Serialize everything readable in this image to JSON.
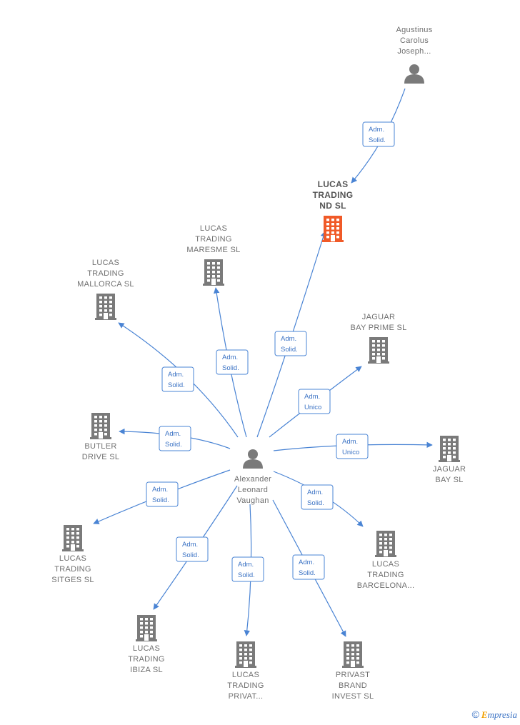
{
  "colors": {
    "edge": "#4a84d4",
    "node": "#7a7a7a",
    "focus_node": "#f05a28",
    "label": "#6f6f6f"
  },
  "nodes": [
    {
      "id": "agustinus",
      "type": "person",
      "icon": "person-icon",
      "lines": [
        "Agustinus",
        "Carolus",
        "Joseph..."
      ]
    },
    {
      "id": "lucas_nd",
      "type": "company",
      "focus": true,
      "icon": "building-icon",
      "lines": [
        "LUCAS",
        "TRADING",
        "ND  SL"
      ]
    },
    {
      "id": "lucas_maresme",
      "type": "company",
      "icon": "building-icon",
      "lines": [
        "LUCAS",
        "TRADING",
        "MARESME  SL"
      ]
    },
    {
      "id": "lucas_mallorca",
      "type": "company",
      "icon": "building-icon",
      "lines": [
        "LUCAS",
        "TRADING",
        "MALLORCA SL"
      ]
    },
    {
      "id": "jaguar_prime",
      "type": "company",
      "icon": "building-icon",
      "lines": [
        "JAGUAR",
        "BAY PRIME  SL"
      ]
    },
    {
      "id": "butler",
      "type": "company",
      "icon": "building-icon",
      "lines": [
        "BUTLER",
        "DRIVE  SL"
      ]
    },
    {
      "id": "alexander",
      "type": "person",
      "icon": "person-icon",
      "lines": [
        "Alexander",
        "Leonard",
        "Vaughan"
      ]
    },
    {
      "id": "jaguar_bay",
      "type": "company",
      "icon": "building-icon",
      "lines": [
        "JAGUAR",
        "BAY  SL"
      ]
    },
    {
      "id": "lucas_sitges",
      "type": "company",
      "icon": "building-icon",
      "lines": [
        "LUCAS",
        "TRADING",
        "SITGES  SL"
      ]
    },
    {
      "id": "lucas_barcelona",
      "type": "company",
      "icon": "building-icon",
      "lines": [
        "LUCAS",
        "TRADING",
        "BARCELONA..."
      ]
    },
    {
      "id": "lucas_ibiza",
      "type": "company",
      "icon": "building-icon",
      "lines": [
        "LUCAS",
        "TRADING",
        "IBIZA SL"
      ]
    },
    {
      "id": "lucas_privat",
      "type": "company",
      "icon": "building-icon",
      "lines": [
        "LUCAS",
        "TRADING",
        "PRIVAT..."
      ]
    },
    {
      "id": "privast",
      "type": "company",
      "icon": "building-icon",
      "lines": [
        "PRIVAST",
        "BRAND",
        "INVEST  SL"
      ]
    }
  ],
  "edges": [
    {
      "from": "agustinus",
      "to": "lucas_nd",
      "label": [
        "Adm.",
        "Solid."
      ]
    },
    {
      "from": "alexander",
      "to": "lucas_nd",
      "label": [
        "Adm.",
        "Solid."
      ]
    },
    {
      "from": "alexander",
      "to": "lucas_maresme",
      "label": [
        "Adm.",
        "Solid."
      ]
    },
    {
      "from": "alexander",
      "to": "lucas_mallorca",
      "label": [
        "Adm.",
        "Solid."
      ]
    },
    {
      "from": "alexander",
      "to": "jaguar_prime",
      "label": [
        "Adm.",
        "Unico"
      ]
    },
    {
      "from": "alexander",
      "to": "butler",
      "label": [
        "Adm.",
        "Solid."
      ]
    },
    {
      "from": "alexander",
      "to": "jaguar_bay",
      "label": [
        "Adm.",
        "Unico"
      ]
    },
    {
      "from": "alexander",
      "to": "lucas_sitges",
      "label": [
        "Adm.",
        "Solid."
      ]
    },
    {
      "from": "alexander",
      "to": "lucas_barcelona",
      "label": [
        "Adm.",
        "Solid."
      ]
    },
    {
      "from": "alexander",
      "to": "lucas_ibiza",
      "label": [
        "Adm.",
        "Solid."
      ]
    },
    {
      "from": "alexander",
      "to": "lucas_privat",
      "label": [
        "Adm.",
        "Solid."
      ]
    },
    {
      "from": "alexander",
      "to": "privast",
      "label": [
        "Adm.",
        "Solid."
      ]
    }
  ],
  "footer": {
    "copyright": "©",
    "brand_initial": "E",
    "brand_rest": "mpresia"
  }
}
